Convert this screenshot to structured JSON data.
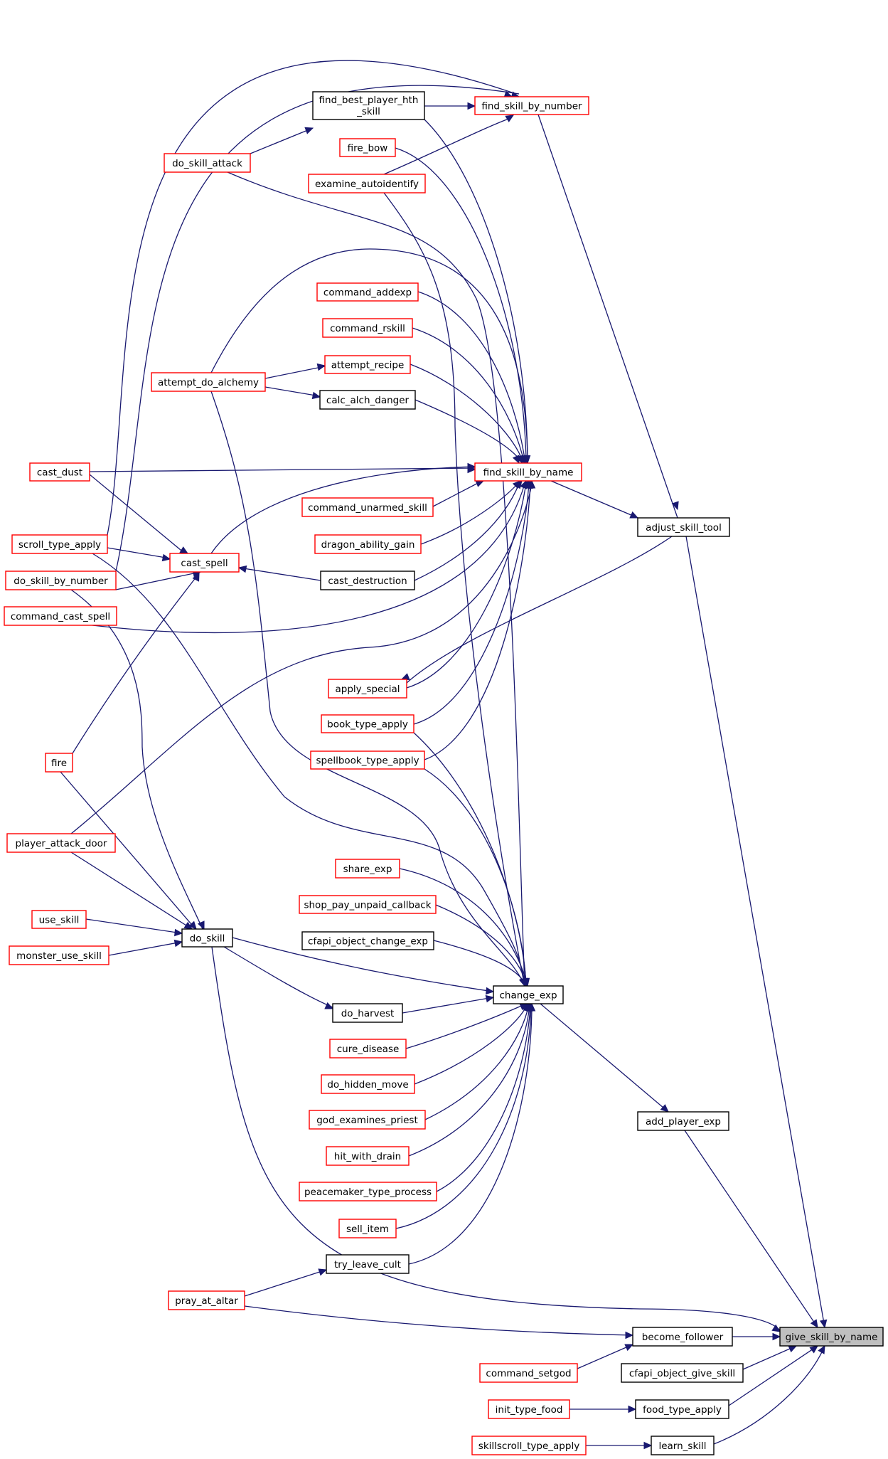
{
  "colors": {
    "edge": "#191970",
    "clickable_border": "#ff0000",
    "normal_border": "#000000",
    "focus_fill": "#bfbfbf",
    "background": "#ffffff"
  },
  "nodes": {
    "find_skill_by_number": "find_skill_by_number",
    "find_best_player_hth_skill_line1": "find_best_player_hth",
    "find_best_player_hth_skill_line2": "_skill",
    "fire_bow": "fire_bow",
    "do_skill_attack": "do_skill_attack",
    "examine_autoidentify": "examine_autoidentify",
    "command_addexp": "command_addexp",
    "command_rskill": "command_rskill",
    "attempt_recipe": "attempt_recipe",
    "attempt_do_alchemy": "attempt_do_alchemy",
    "calc_alch_danger": "calc_alch_danger",
    "cast_dust": "cast_dust",
    "find_skill_by_name": "find_skill_by_name",
    "command_unarmed_skill": "command_unarmed_skill",
    "adjust_skill_tool": "adjust_skill_tool",
    "scroll_type_apply": "scroll_type_apply",
    "dragon_ability_gain": "dragon_ability_gain",
    "cast_spell": "cast_spell",
    "do_skill_by_number": "do_skill_by_number",
    "cast_destruction": "cast_destruction",
    "command_cast_spell": "command_cast_spell",
    "apply_special": "apply_special",
    "book_type_apply": "book_type_apply",
    "fire": "fire",
    "spellbook_type_apply": "spellbook_type_apply",
    "player_attack_door": "player_attack_door",
    "share_exp": "share_exp",
    "shop_pay_unpaid_callback": "shop_pay_unpaid_callback",
    "use_skill": "use_skill",
    "do_skill": "do_skill",
    "cfapi_object_change_exp": "cfapi_object_change_exp",
    "monster_use_skill": "monster_use_skill",
    "change_exp": "change_exp",
    "do_harvest": "do_harvest",
    "cure_disease": "cure_disease",
    "do_hidden_move": "do_hidden_move",
    "god_examines_priest": "god_examines_priest",
    "add_player_exp": "add_player_exp",
    "hit_with_drain": "hit_with_drain",
    "peacemaker_type_process": "peacemaker_type_process",
    "sell_item": "sell_item",
    "try_leave_cult": "try_leave_cult",
    "pray_at_altar": "pray_at_altar",
    "become_follower": "become_follower",
    "give_skill_by_name": "give_skill_by_name",
    "command_setgod": "command_setgod",
    "cfapi_object_give_skill": "cfapi_object_give_skill",
    "init_type_food": "init_type_food",
    "food_type_apply": "food_type_apply",
    "skillscroll_type_apply": "skillscroll_type_apply",
    "learn_skill": "learn_skill"
  }
}
